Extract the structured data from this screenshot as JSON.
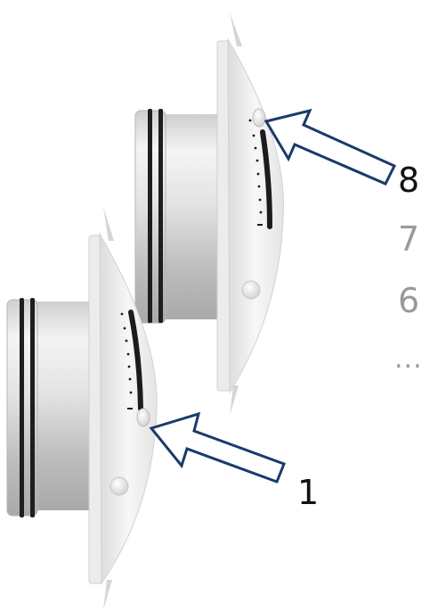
{
  "labels": {
    "setting_8": "8",
    "setting_7": "7",
    "setting_6": "6",
    "more": "...",
    "setting_1": "1"
  },
  "colors": {
    "arrow_stroke": "#1a3a6b",
    "arrow_fill": "#ffffff",
    "label_active": "#111111",
    "label_inactive": "#9a9a9a",
    "gasket": "#1e1e1e",
    "cover": "#f1f1f1",
    "scale_bar": "#1c1c1c"
  },
  "icons": {
    "knob": "adjuster-knob-icon",
    "pointer": "pointer-arrow-icon"
  }
}
